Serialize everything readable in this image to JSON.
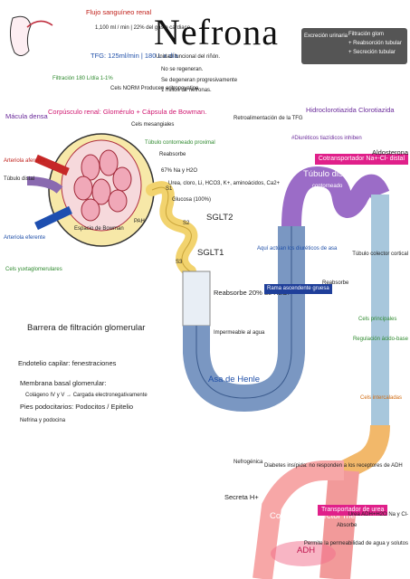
{
  "title": "Nefrona",
  "legend": {
    "resorcion_label": "Excreción urinaria",
    "filtracion": "Filtración glom",
    "reabsorcion": "+ Reabsorción tubular",
    "secrecion": "+ Secreción tubular"
  },
  "top_left": {
    "flujo_sanguineo": "Flujo sanguíneo renal",
    "flujo_values": "1,100 ml / min | 22% del gasto cardiaco",
    "tfg": "TFG: 125ml/min | 180 L x día",
    "filtracion_glom": "Filtración 180 L/día 1-1%",
    "celulas_norm": "Cels NORM Producen eritropoyetina",
    "unidad": "Unidad funcional del riñón.",
    "no_regeneran": "No se regeneran.",
    "degeneran": "Se degeneran progresivamente",
    "millon": "1 millón de nefronas."
  },
  "glomerulo": {
    "corpusculo": "Corpúsculo renal: Glomérulo + Cápsula de Bowman.",
    "macula": "Mácula densa",
    "arteriola_eferente": "Arteriola eferente",
    "arteriola_aferente": "Arteriola aferente",
    "tubulo_distal": "Túbulo distal",
    "espacio_bowman": "Espacio de Bowman",
    "cels_mesangiales": "Cels mesangiales",
    "cels_yuxtaglomerulares": "Cels yuxtaglomerulares",
    "barrera": "Barrera de filtración glomerular",
    "endotelio": "Endotelio capilar: fenestraciones",
    "membrana": "Membrana basal glomerular:",
    "colageno": "Colágeno IV y V → Cargada electronegativamente",
    "pies": "Pies podocitarios: Podocitos / Epitelio",
    "nefrina": "Nefrina y podocina"
  },
  "proximal": {
    "title": "Túbulo contorneado proximal",
    "reabsorbe": "Reabsorbe",
    "iones": "67% Na y H2O",
    "urea": "Urea, cloro, Li, HCO3, K+, aminoácidos, Ca2+",
    "glucosa": "Glucosa (100%)",
    "sglt2": "SGLT2",
    "sglt1": "SGLT1",
    "s1": "S1",
    "s2": "S2",
    "s3": "S3",
    "pah": "PAH",
    "reabsorbe_agua": "Reabsorbe 20% de H2O.",
    "impermeable": "Impermeable al agua"
  },
  "henle": {
    "asa": "Asa de Henle",
    "accion": "Aquí actúan los diuréticos de asa",
    "rama": "Rama ascendente gruesa"
  },
  "distal": {
    "hidroclorotiazida": "Hidroclorotiazida Clorotiazida",
    "retroalimentacion": "Retroalimentación de la TFG",
    "diureticos": "#Diuréticos tiazídicos inhiben",
    "cotransportador": "Cotransportador Na+-Cl- distal",
    "tubulo_distal": "Túbulo distal",
    "contorneado": "contorneado",
    "aldosterona": "Aldosterona",
    "reabsorbe": "Reabsorbe",
    "cels_principales": "Cels principales",
    "cels_intercaladas": "Cels intercaladas",
    "regulacion": "Regulación ácido-base",
    "conducto": "Túbulo colector cortical"
  },
  "colector": {
    "title": "Conducto Colector medular",
    "adh": "ADH",
    "transportador": "Transportador de urea",
    "absorbe": "Absorbe",
    "urea": "Urea ADH+H2O Na y Cl-",
    "permite": "Permite la permeabilidad de agua y solutos",
    "diabetes": "Diabetes insípida: no responden a los receptores de ADH",
    "nefrogenica": "Nefrogénica",
    "secreta": "Secreta H+"
  }
}
